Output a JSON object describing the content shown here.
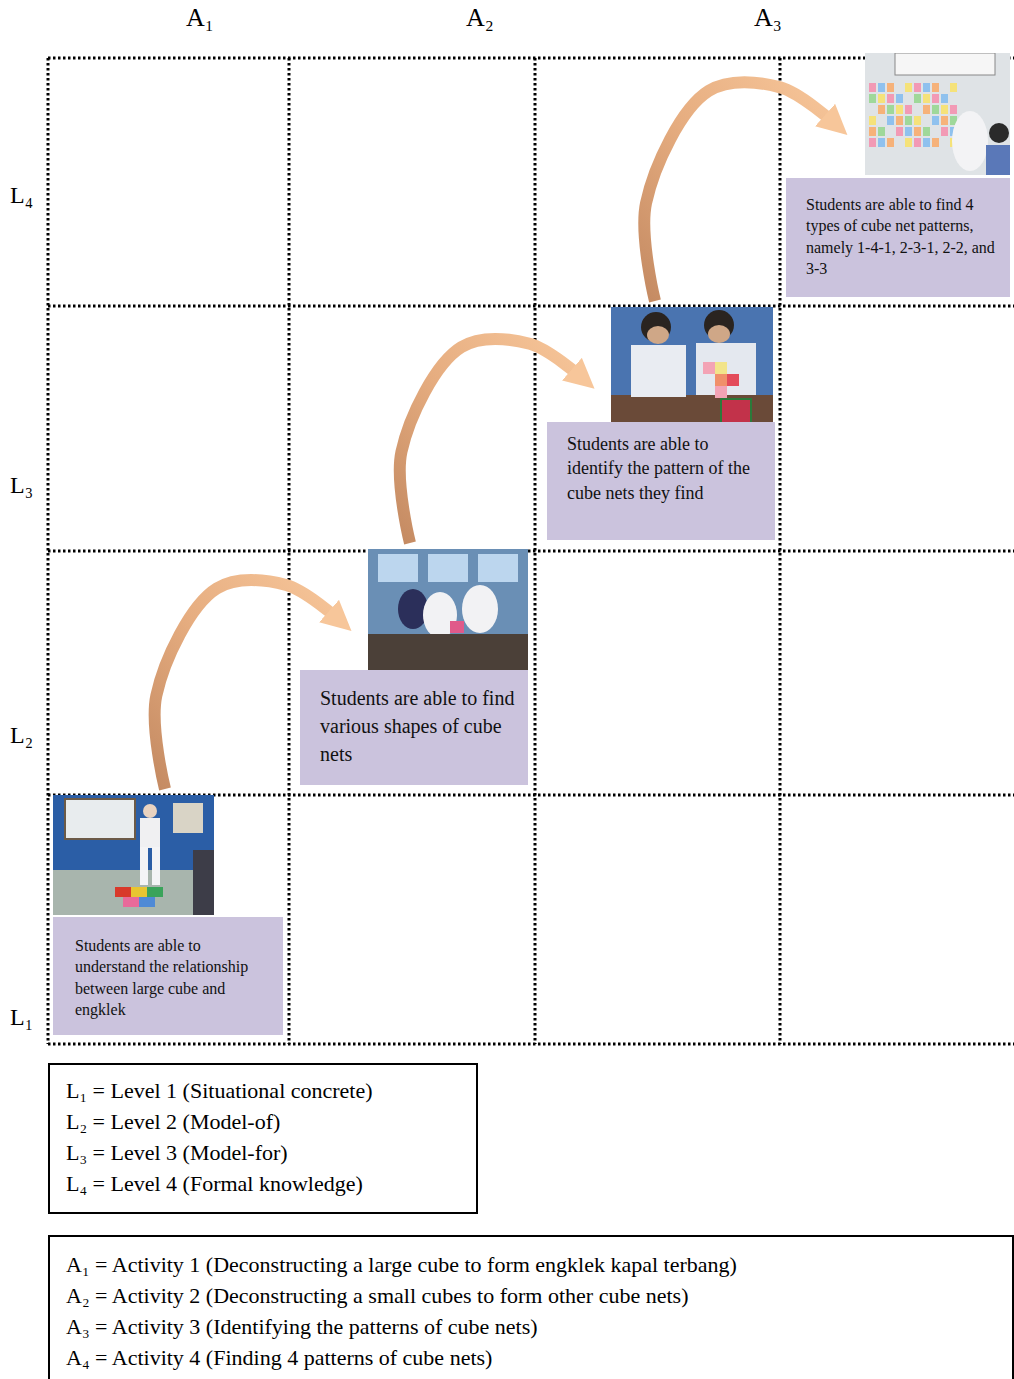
{
  "diagram": {
    "nodes": [
      {
        "text": [
          "Students are able to understand the relationship between large cube and engklek"
        ]
      },
      {
        "text": [
          "Students are able to find various shapes of cube nets"
        ]
      },
      {
        "text": [
          "Students are able to identify the pattern of the cube nets they find"
        ]
      },
      {
        "text": [
          "Students are able to find 4 types of cube net patterns, namely 1-4-1, 2-3-1, 2-2, and 3-3"
        ]
      },
      {
        "text": [
          "L₁ = Level 1 (Situational concrete)",
          "L₂ = Level 2 (Model-of)",
          "L₃ = Level 3 (Model-for)",
          "L₄ = Level 4 (Formal knowledge)"
        ]
      },
      {
        "text": [
          "A₁ = Activity 1 (Deconstructing a large cube to form engklek kapal terbang)",
          "A₂ = Activity 2 (Deconstructing a small cubes to form other cube nets)",
          "A₃ = Activity 3 (Identifying the patterns of cube nets)",
          "A₄ = Activity 4 (Finding 4 patterns of cube nets)"
        ]
      }
    ],
    "edges": [
      {
        "from": 0,
        "to": 1,
        "arrow": "to"
      },
      {
        "from": 1,
        "to": 2,
        "arrow": "to"
      },
      {
        "from": 2,
        "to": 3,
        "arrow": "to"
      }
    ],
    "labels": [
      "A₁",
      "A₂",
      "A₃",
      "L₄",
      "L₃",
      "L₂",
      "L₁"
    ]
  }
}
